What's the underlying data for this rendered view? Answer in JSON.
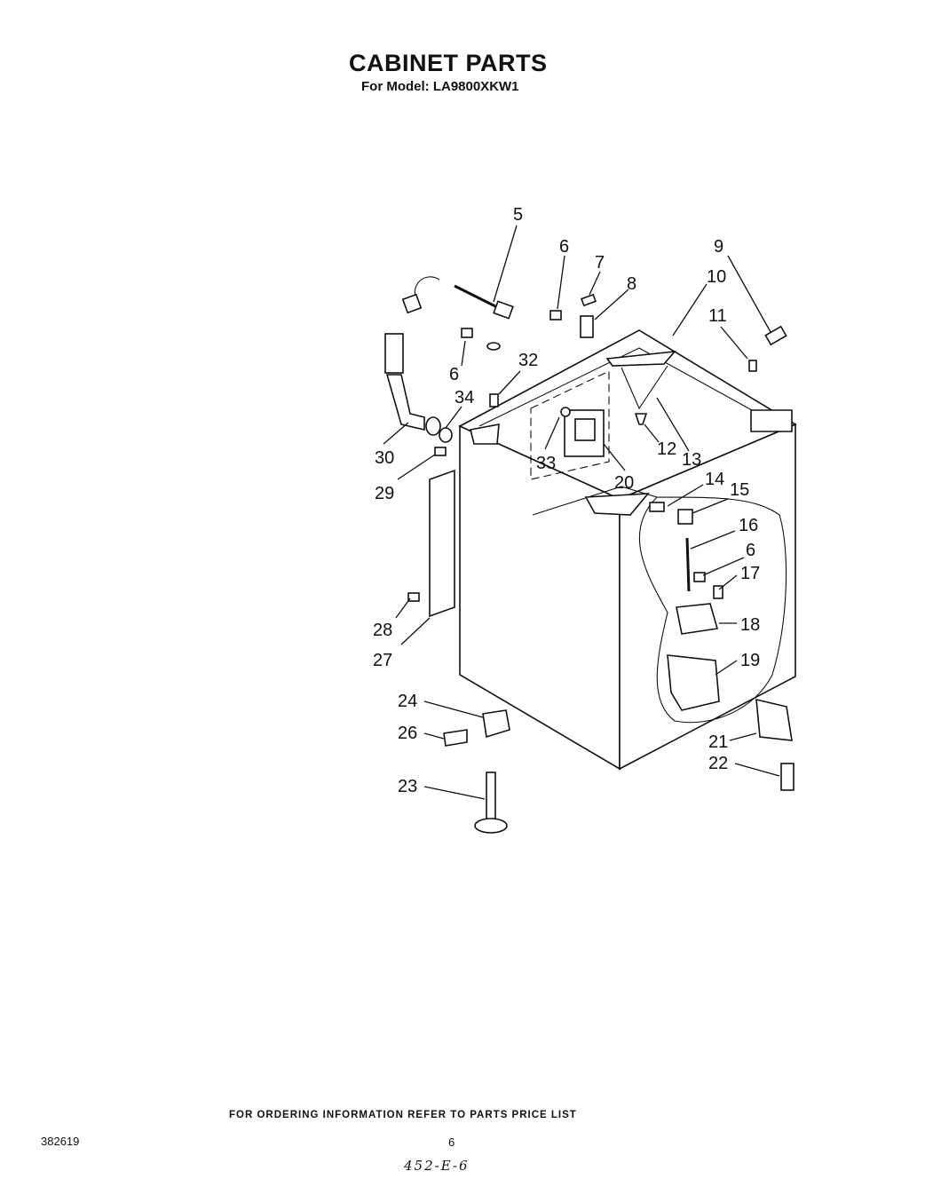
{
  "header": {
    "title": "CABINET PARTS",
    "subtitle": "For Model: LA9800XKW1"
  },
  "callouts": [
    {
      "id": "c5",
      "label": "5"
    },
    {
      "id": "c6a",
      "label": "6"
    },
    {
      "id": "c7",
      "label": "7"
    },
    {
      "id": "c8",
      "label": "8"
    },
    {
      "id": "c9",
      "label": "9"
    },
    {
      "id": "c10",
      "label": "10"
    },
    {
      "id": "c11",
      "label": "11"
    },
    {
      "id": "c6b",
      "label": "6"
    },
    {
      "id": "c32",
      "label": "32"
    },
    {
      "id": "c34",
      "label": "34"
    },
    {
      "id": "c30",
      "label": "30"
    },
    {
      "id": "c33",
      "label": "33"
    },
    {
      "id": "c12",
      "label": "12"
    },
    {
      "id": "c13",
      "label": "13"
    },
    {
      "id": "c20",
      "label": "20"
    },
    {
      "id": "c29",
      "label": "29"
    },
    {
      "id": "c14",
      "label": "14"
    },
    {
      "id": "c15",
      "label": "15"
    },
    {
      "id": "c16",
      "label": "16"
    },
    {
      "id": "c6c",
      "label": "6"
    },
    {
      "id": "c17",
      "label": "17"
    },
    {
      "id": "c18",
      "label": "18"
    },
    {
      "id": "c28",
      "label": "28"
    },
    {
      "id": "c27",
      "label": "27"
    },
    {
      "id": "c19",
      "label": "19"
    },
    {
      "id": "c24",
      "label": "24"
    },
    {
      "id": "c26",
      "label": "26"
    },
    {
      "id": "c21",
      "label": "21"
    },
    {
      "id": "c22",
      "label": "22"
    },
    {
      "id": "c23",
      "label": "23"
    }
  ],
  "footer": {
    "ordering_note": "FOR ORDERING INFORMATION REFER TO PARTS PRICE LIST",
    "doc_number": "382619",
    "page_number": "6",
    "handwritten_note": "452-E-6"
  }
}
